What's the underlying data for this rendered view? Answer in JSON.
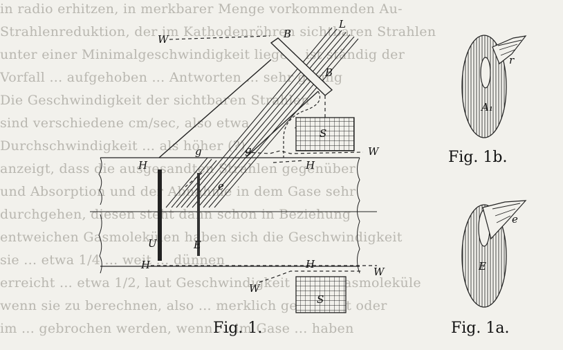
{
  "background_text": [
    "in radio erhitzen, in merkbarer Menge vorkommenden Au-",
    "Strahlenreduktion, der im Kathodenröhren sichtbaren Strahlen",
    "unter einer Minimalgeschwindigkeit liegen, ist ständig der",
    "Vorfall ... aufgehoben ... Antworten ... sehr gering",
    "Die Geschwindigkeit der sichtbaren Strahlen",
    "sind verschiedene cm/sec, also etwa",
    "Durchschwindigkeit ... als höher (?)",
    "anzeigt, dass die ausgesandten Strahlen gegenüber",
    "und Absorption und der Abnahme in dem Gase sehr",
    "durchgehen, diesen steht dann schon in Beziehung",
    "entweichen Gasmolekülen haben sich die Geschwindigkeit",
    "sie ... etwa 1/4 ... weit ... dünnen",
    "erreicht ... etwa 1/2, laut Geschwindigkeit 5000 Gasmoleküle",
    "wenn sie zu berechnen, also ... merklich gekrümmt oder",
    "im ... gebrochen werden, wenn ... im Gase ... haben"
  ],
  "captions": {
    "fig1": "Fig. 1.",
    "fig1a": "Fig. 1a.",
    "fig1b": "Fig. 1b."
  },
  "labels": {
    "L": "L",
    "B_top": "B",
    "B_right": "B",
    "W_top": "W",
    "S": "S",
    "W_right_upper": "W",
    "g_left": "g",
    "g_right": "g",
    "H_top_left": "H",
    "H_top_right": "H",
    "e_main": "e",
    "U": "U",
    "E_main": "E",
    "H_bottom_left": "H",
    "H_bottom_right": "H",
    "W_bottom_right": "W",
    "W_bottom_left": "W",
    "S_bottom": "S",
    "r": "r",
    "A1": "A₁",
    "e_fig1a": "e",
    "E_fig1a": "E"
  }
}
